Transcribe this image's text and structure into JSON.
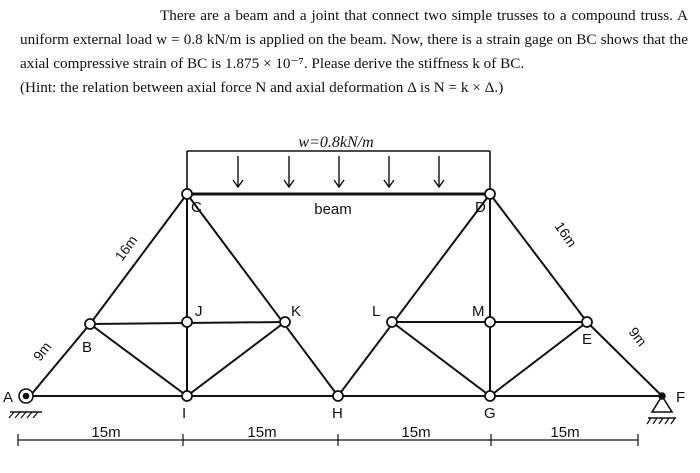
{
  "problem": {
    "paragraph1": "There are a beam and a joint that connect two simple trusses to a compound truss. A uniform external load w = 0.8 kN/m is applied on the beam. Now, there is a strain gage on BC shows that the axial compressive strain of BC is 1.875 × 10⁻⁷. Please derive the stiffness k of BC.",
    "hint": "(Hint: the relation between axial force N and axial deformation Δ is N = k × Δ.)"
  },
  "figure": {
    "load_label": "w=0.8kN/m",
    "beam_label": "beam",
    "nodes": {
      "A": "A",
      "B": "B",
      "C": "C",
      "D": "D",
      "E": "E",
      "F": "F",
      "G": "G",
      "H": "H",
      "I": "I",
      "J": "J",
      "K": "K",
      "L": "L",
      "M": "M"
    },
    "dimensions": {
      "left_lower": "9m",
      "left_upper": "16m",
      "right_upper": "16m",
      "right_lower": "9m",
      "spans": [
        "15m",
        "15m",
        "15m",
        "15m"
      ]
    }
  }
}
